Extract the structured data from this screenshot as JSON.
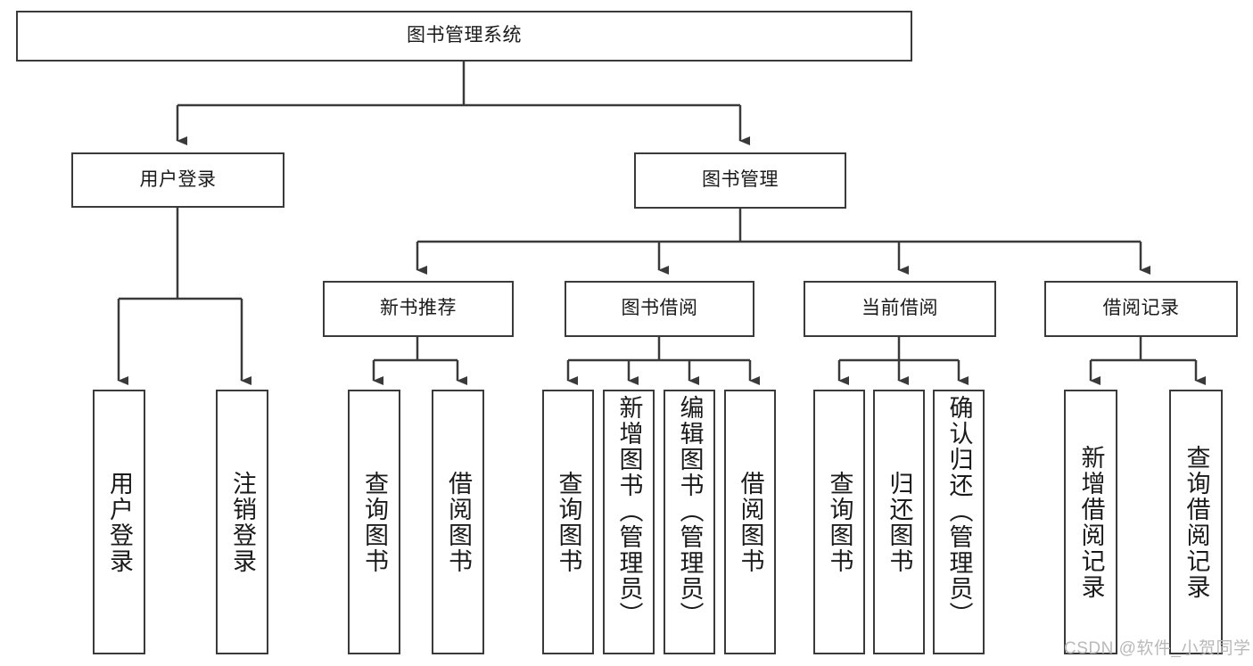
{
  "diagram": {
    "title": "图书管理系统",
    "type": "tree-hierarchy-diagram",
    "watermark": "CSDN @软件_小贺同学",
    "colors": {
      "box_border": "#3a3a3a",
      "box_fill": "#ffffff",
      "connector": "#3a3a3a",
      "text": "#1a1a1a",
      "watermark": "#b9b9b9",
      "background": "#ffffff"
    },
    "root": {
      "label": "图书管理系统"
    },
    "level2": [
      {
        "label": "用户登录"
      },
      {
        "label": "图书管理"
      }
    ],
    "level3": [
      {
        "label": "新书推荐"
      },
      {
        "label": "图书借阅"
      },
      {
        "label": "当前借阅"
      },
      {
        "label": "借阅记录"
      }
    ],
    "leaves": {
      "user_login": [
        {
          "label": "用户登录"
        },
        {
          "label": "注销登录"
        }
      ],
      "new_book_recommend": [
        {
          "label": "查询图书"
        },
        {
          "label": "借阅图书"
        }
      ],
      "book_borrow": [
        {
          "label": "查询图书"
        },
        {
          "label": "新增图书（管理员）"
        },
        {
          "label": "编辑图书（管理员）"
        },
        {
          "label": "借阅图书"
        }
      ],
      "current_borrow": [
        {
          "label": "查询图书"
        },
        {
          "label": "归还图书"
        },
        {
          "label": "确认归还（管理员）"
        }
      ],
      "borrow_record": [
        {
          "label": "新增借阅记录"
        },
        {
          "label": "查询借阅记录"
        }
      ]
    }
  }
}
